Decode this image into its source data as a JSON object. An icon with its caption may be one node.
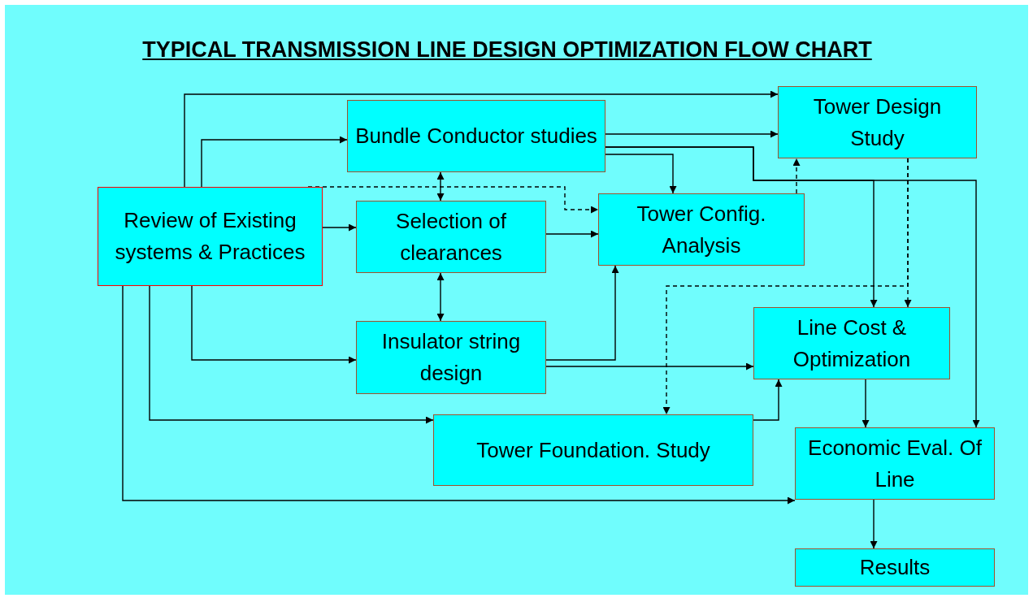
{
  "diagram": {
    "title": "TYPICAL TRANSMISSION LINE DESIGN OPTIMIZATION FLOW CHART",
    "nodes": [
      {
        "text": [
          "Review of Existing systems & Practices"
        ]
      },
      {
        "text": [
          "Bundle Conductor studies"
        ]
      },
      {
        "text": [
          "Selection of clearances"
        ]
      },
      {
        "text": [
          "Insulator string design"
        ]
      },
      {
        "text": [
          "Tower Config. Analysis"
        ]
      },
      {
        "text": [
          "Tower Design Study"
        ]
      },
      {
        "text": [
          "Line Cost & Optimization"
        ]
      },
      {
        "text": [
          "Tower Foundation. Study"
        ]
      },
      {
        "text": [
          "Economic Eval. Of Line"
        ]
      },
      {
        "text": [
          "Results"
        ]
      }
    ],
    "edges": [
      {
        "from": 0,
        "to": 5,
        "arrow": "to"
      },
      {
        "from": 0,
        "to": 1,
        "arrow": "to"
      },
      {
        "from": 0,
        "to": 2,
        "arrow": "to"
      },
      {
        "from": 0,
        "to": 3,
        "arrow": "to"
      },
      {
        "from": 0,
        "to": 7,
        "arrow": "to"
      },
      {
        "from": 0,
        "to": 8,
        "arrow": "to"
      },
      {
        "from": 0,
        "to": 4,
        "arrow": "to",
        "style": "dashed"
      },
      {
        "from": 1,
        "to": 2,
        "arrow": "both"
      },
      {
        "from": 2,
        "to": 3,
        "arrow": "both"
      },
      {
        "from": 1,
        "to": 5,
        "arrow": "to"
      },
      {
        "from": 1,
        "to": 4,
        "arrow": "to"
      },
      {
        "from": 1,
        "to": 8,
        "arrow": "to"
      },
      {
        "from": 1,
        "to": 6,
        "arrow": "to"
      },
      {
        "from": 2,
        "to": 4,
        "arrow": "to"
      },
      {
        "from": 5,
        "to": 6,
        "arrow": "to",
        "style": "dashed"
      },
      {
        "from": 5,
        "to": 7,
        "arrow": "to",
        "style": "dashed"
      },
      {
        "from": 4,
        "to": 5,
        "arrow": "to",
        "style": "dashed"
      },
      {
        "from": 3,
        "to": 4,
        "arrow": "to"
      },
      {
        "from": 3,
        "to": 6,
        "arrow": "to"
      },
      {
        "from": 7,
        "to": 6,
        "arrow": "to"
      },
      {
        "from": 6,
        "to": 8,
        "arrow": "to"
      },
      {
        "from": 8,
        "to": 9,
        "arrow": "to"
      }
    ]
  }
}
